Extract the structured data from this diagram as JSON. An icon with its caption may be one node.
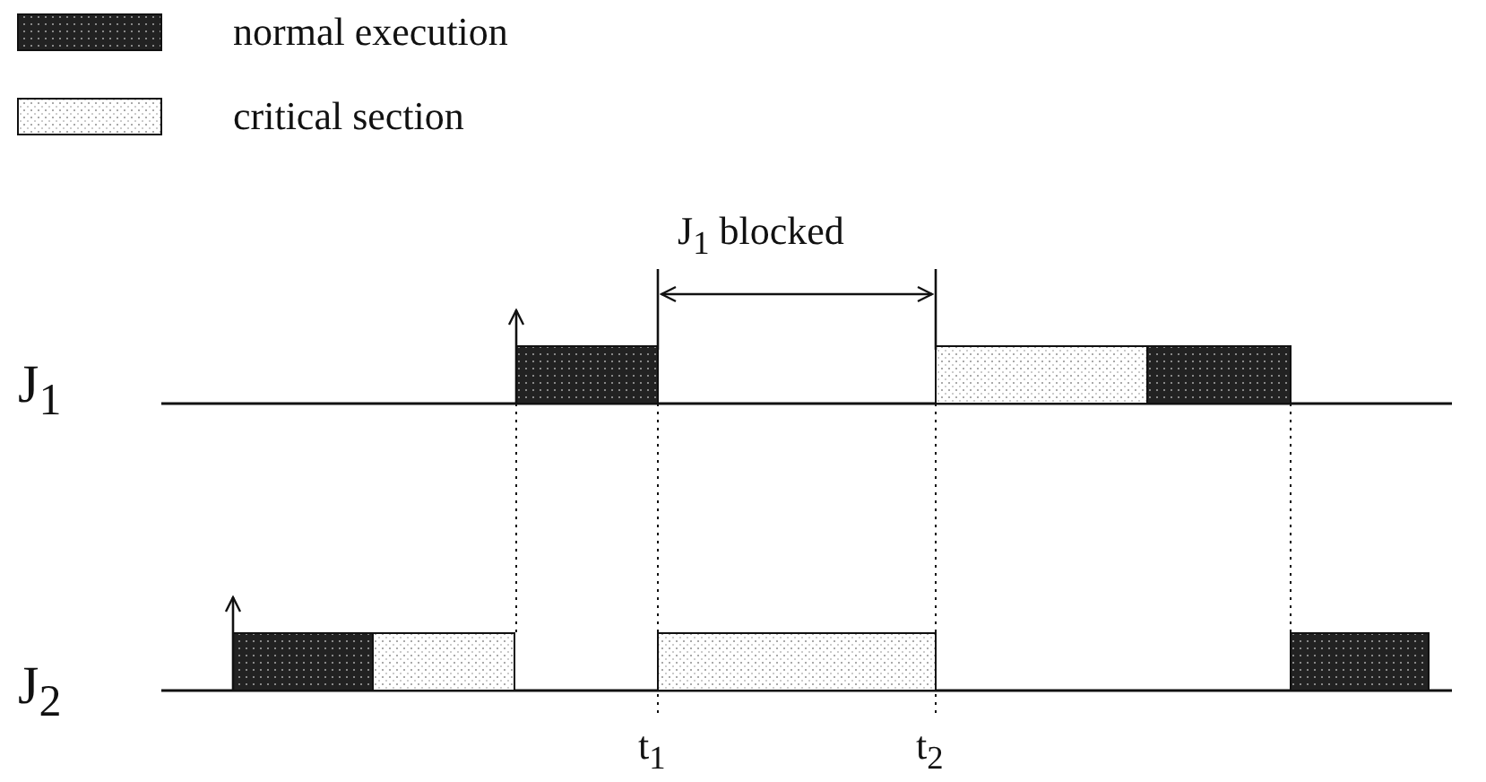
{
  "diagram": {
    "labels": [
      "J$_{1}$  blocked",
      "J$_{1}$",
      "J$_{2}$",
      "t$_{1}$",
      "t$_{2}$"
    ],
    "legend": [
      {
        "text": "normal execution"
      },
      {
        "text": "critical section"
      }
    ]
  }
}
